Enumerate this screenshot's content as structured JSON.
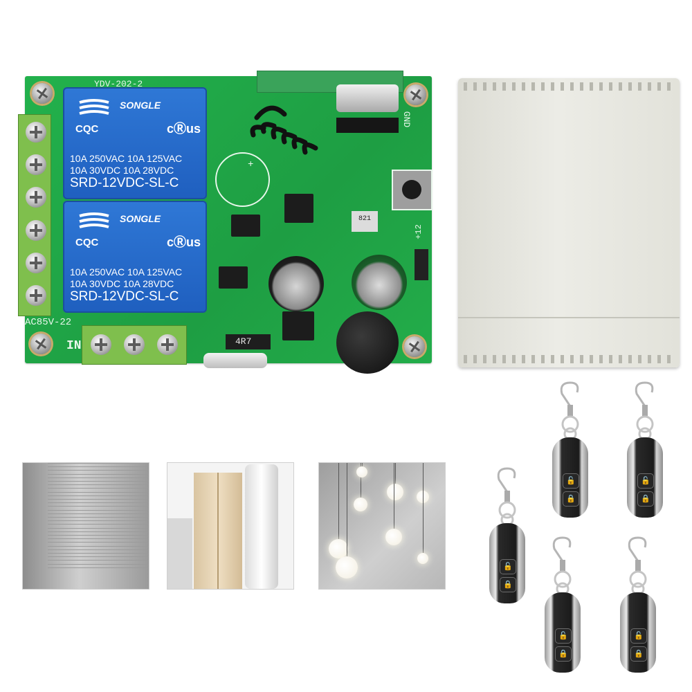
{
  "pcb": {
    "top_label": "YDV-202-2",
    "gnd_label": "GND",
    "plus12_label": "+12",
    "ac_label": "AC85V-22",
    "in_label": "IN",
    "resistor_label": "4R7",
    "smd_label": "821",
    "plus_label": "+"
  },
  "relays": [
    {
      "brand": "SONGLE",
      "cert": "CQC",
      "ul": "cⓇus",
      "rating_line1": "10A 250VAC  10A 125VAC",
      "rating_line2": "10A 30VDC  10A 28VDC",
      "model": "SRD-12VDC-SL-C"
    },
    {
      "brand": "SONGLE",
      "cert": "CQC",
      "ul": "cⓇus",
      "rating_line1": "10A 250VAC  10A 125VAC",
      "rating_line2": "10A 30VDC  10A 28VDC",
      "model": "SRD-12VDC-SL-C"
    }
  ],
  "remotes": {
    "button_top_icon": "unlock-icon",
    "button_bottom_icon": "lock-icon"
  },
  "colors": {
    "pcb_green": "#22b14c",
    "relay_blue": "#2f78d6",
    "terminal_green": "#7fbf4d",
    "enclosure": "#e8e8e2"
  }
}
